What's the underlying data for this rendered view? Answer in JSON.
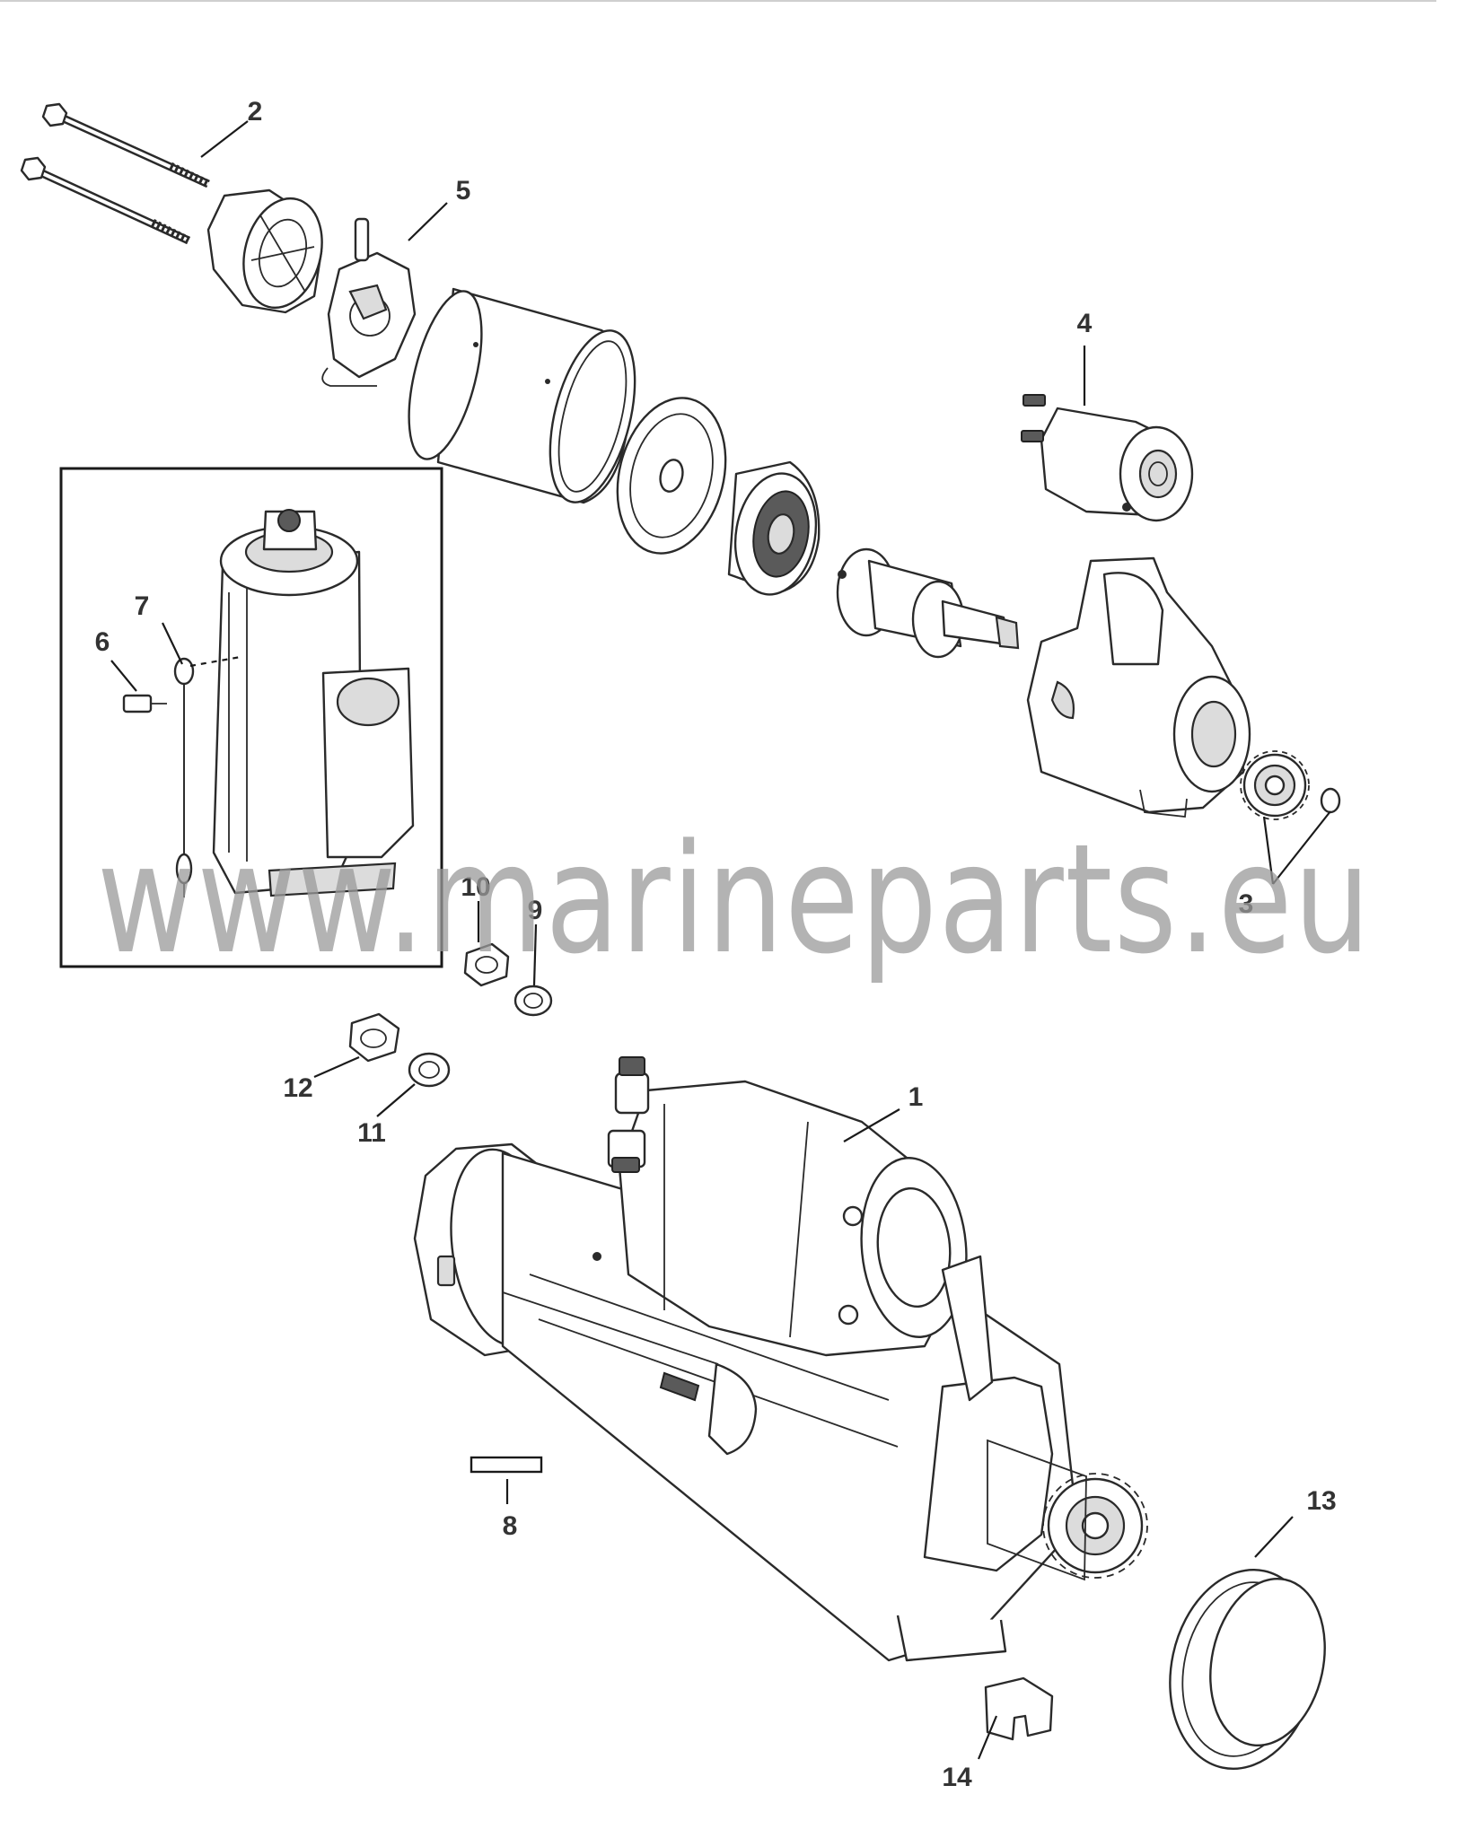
{
  "watermark": "www.marineparts.eu",
  "callouts": {
    "c1": "1",
    "c2": "2",
    "c3": "3",
    "c4": "4",
    "c5": "5",
    "c6": "6",
    "c7": "7",
    "c8": "8",
    "c9": "9",
    "c10": "10",
    "c11": "11",
    "c12": "12",
    "c13": "13",
    "c14": "14"
  },
  "colors": {
    "line": "#2a2a2a",
    "watermark": "#9a9a9a",
    "background": "#ffffff"
  }
}
